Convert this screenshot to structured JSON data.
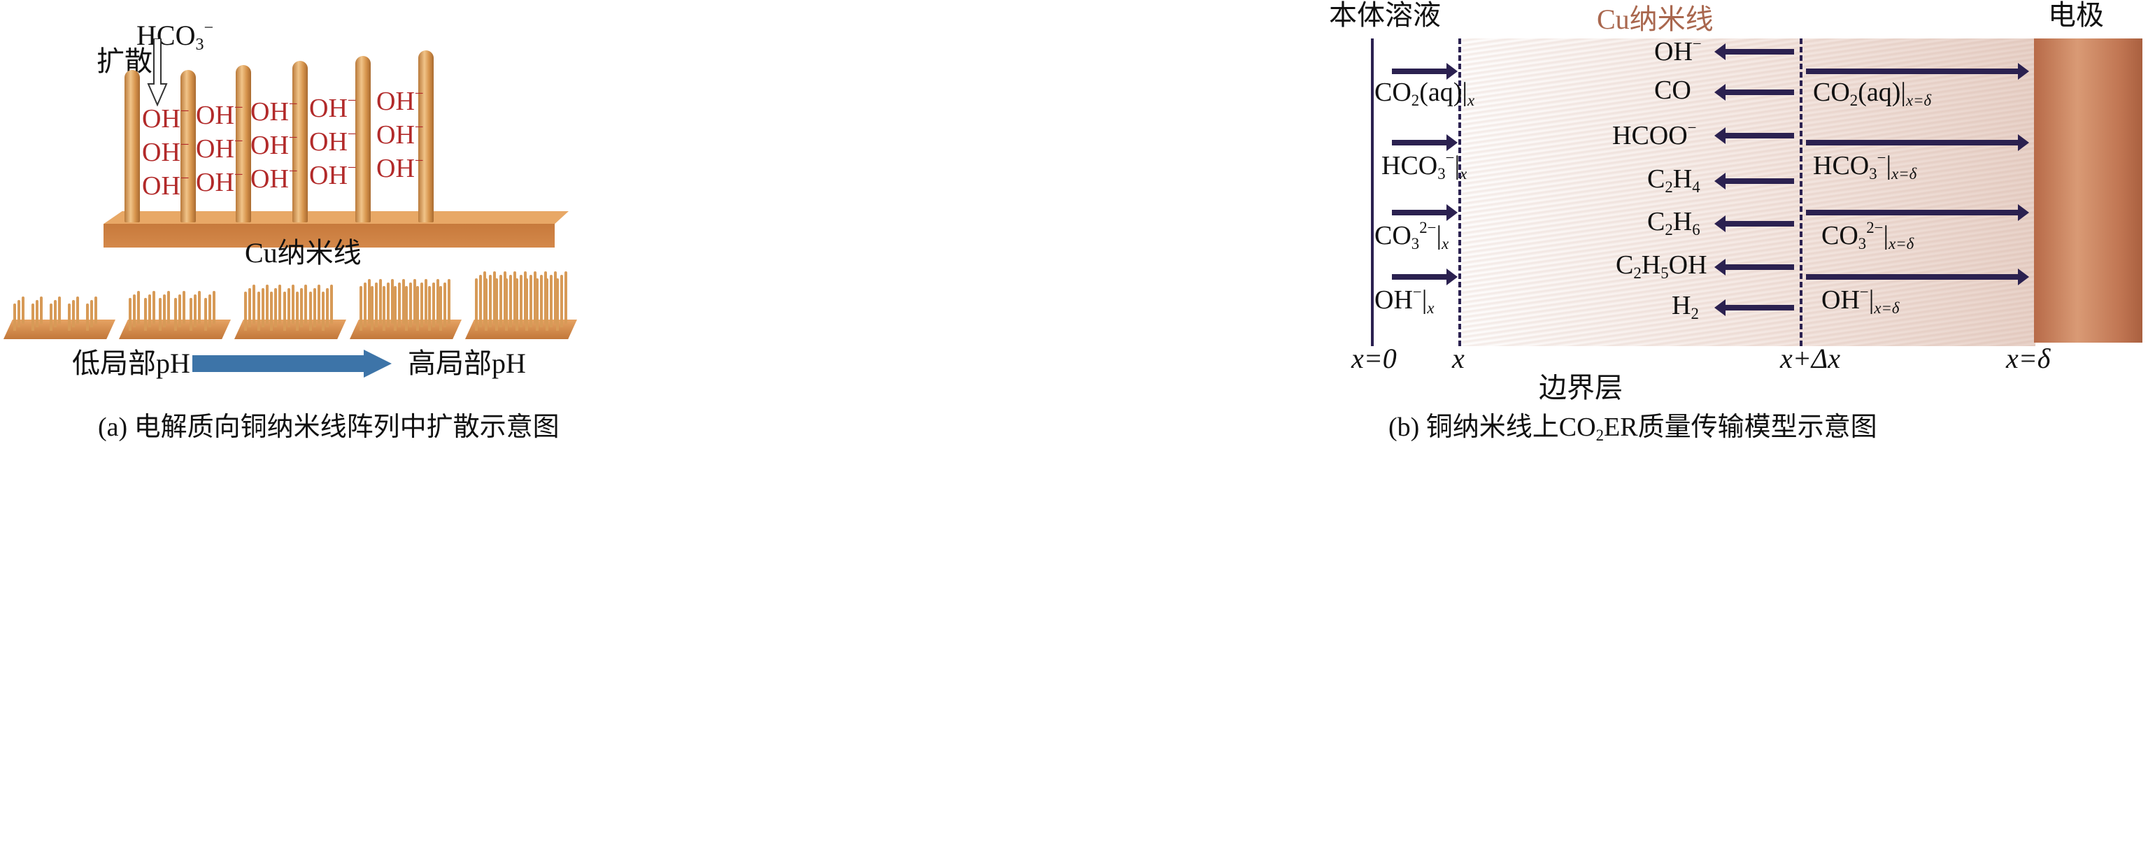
{
  "panel_a": {
    "hco3": [
      {
        "t": "HCO"
      },
      {
        "t": "3",
        "s": "sub"
      },
      {
        "t": "−",
        "s": "sup"
      }
    ],
    "diffusion": "扩散",
    "oh_label": [
      {
        "t": "OH"
      },
      {
        "t": "−",
        "s": "sup"
      }
    ],
    "nanowire_label": "Cu纳米线",
    "low_ph": "低局部pH",
    "high_ph": "高局部pH",
    "caption": "(a) 电解质向铜纳米线阵列中扩散示意图",
    "colors": {
      "oh": "#b22a2a",
      "arrow": "#3d74a8",
      "copper": "#d4884a"
    }
  },
  "panel_b": {
    "bulk": "本体溶液",
    "nanowire": "Cu纳米线",
    "electrode": "电极",
    "boundary": "边界层",
    "left_species": [
      [
        {
          "t": "CO"
        },
        {
          "t": "2",
          "s": "sub"
        },
        {
          "t": "(aq)|"
        },
        {
          "t": "x",
          "s": "sub",
          "i": 1
        }
      ],
      [
        {
          "t": "HCO"
        },
        {
          "t": "3",
          "s": "sub"
        },
        {
          "t": "−",
          "s": "sup"
        },
        {
          "t": "|"
        },
        {
          "t": "x",
          "s": "sub",
          "i": 1
        }
      ],
      [
        {
          "t": "CO"
        },
        {
          "t": "3",
          "s": "sub"
        },
        {
          "t": "2−",
          "s": "sup"
        },
        {
          "t": "|"
        },
        {
          "t": "x",
          "s": "sub",
          "i": 1
        }
      ],
      [
        {
          "t": "OH"
        },
        {
          "t": "−",
          "s": "sup"
        },
        {
          "t": "|"
        },
        {
          "t": "x",
          "s": "sub",
          "i": 1
        }
      ]
    ],
    "right_species": [
      [
        {
          "t": "CO"
        },
        {
          "t": "2",
          "s": "sub"
        },
        {
          "t": "(aq)|"
        },
        {
          "t": "x=δ",
          "s": "sub",
          "i": 1
        }
      ],
      [
        {
          "t": "HCO"
        },
        {
          "t": "3",
          "s": "sub"
        },
        {
          "t": "−",
          "s": "sup"
        },
        {
          "t": "|"
        },
        {
          "t": "x=δ",
          "s": "sub",
          "i": 1
        }
      ],
      [
        {
          "t": "CO"
        },
        {
          "t": "3",
          "s": "sub"
        },
        {
          "t": "2−",
          "s": "sup"
        },
        {
          "t": "|"
        },
        {
          "t": "x=δ",
          "s": "sub",
          "i": 1
        }
      ],
      [
        {
          "t": "OH"
        },
        {
          "t": "−",
          "s": "sup"
        },
        {
          "t": "|"
        },
        {
          "t": "x=δ",
          "s": "sub",
          "i": 1
        }
      ]
    ],
    "products": [
      [
        {
          "t": "OH"
        },
        {
          "t": "−",
          "s": "sup"
        }
      ],
      [
        {
          "t": "CO"
        }
      ],
      [
        {
          "t": "HCOO"
        },
        {
          "t": "−",
          "s": "sup"
        }
      ],
      [
        {
          "t": "C"
        },
        {
          "t": "2",
          "s": "sub"
        },
        {
          "t": "H"
        },
        {
          "t": "4",
          "s": "sub"
        }
      ],
      [
        {
          "t": "C"
        },
        {
          "t": "2",
          "s": "sub"
        },
        {
          "t": "H"
        },
        {
          "t": "6",
          "s": "sub"
        }
      ],
      [
        {
          "t": "C"
        },
        {
          "t": "2",
          "s": "sub"
        },
        {
          "t": "H"
        },
        {
          "t": "5",
          "s": "sub"
        },
        {
          "t": "OH"
        }
      ],
      [
        {
          "t": "H"
        },
        {
          "t": "2",
          "s": "sub"
        }
      ]
    ],
    "axis": [
      "x=0",
      "x",
      "x+Δx",
      "x=δ"
    ],
    "caption": [
      {
        "t": "(b) 铜纳米线上CO"
      },
      {
        "t": "2",
        "s": "sub"
      },
      {
        "t": "ER质量传输模型示意图"
      }
    ],
    "colors": {
      "nanowire_title": "#a9674e",
      "arrow": "#2b2150",
      "electrode": "#c47a55"
    }
  }
}
